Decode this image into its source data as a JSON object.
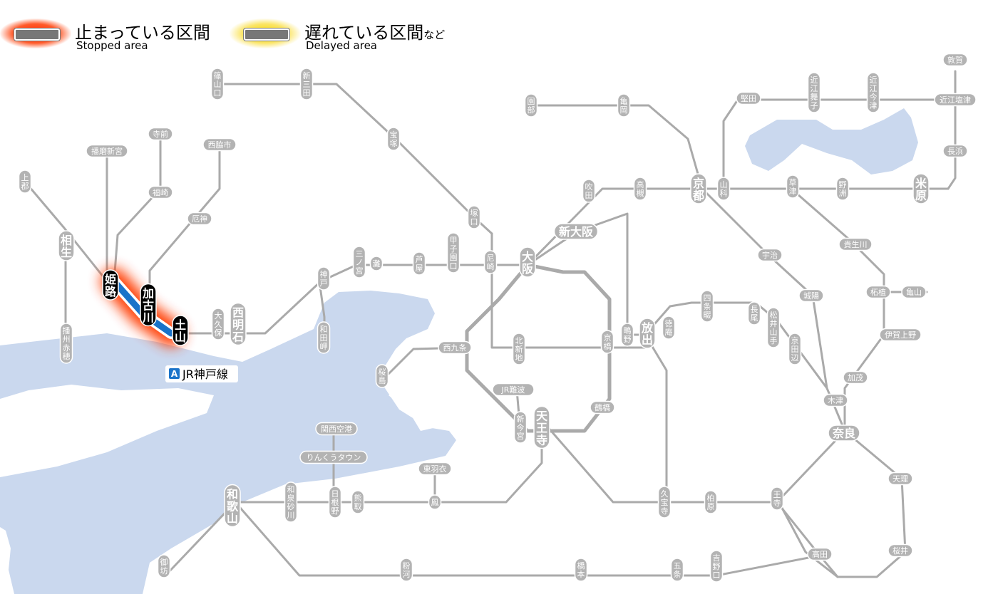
{
  "legend": {
    "stopped": {
      "ja": "止まっている区間",
      "en": "Stopped area",
      "color": "#ff3300"
    },
    "delayed": {
      "ja": "遅れている区間",
      "ja_suffix": "など",
      "en": "Delayed area",
      "color": "#f5d300"
    }
  },
  "line_badge": {
    "letter": "A",
    "name": "JR神戸線",
    "color": "#1a73c9"
  },
  "colors": {
    "water": "#cad8ee",
    "line": "#aaaaaa",
    "station_fill": "#b3b3b3",
    "highlight_station": "#000000",
    "affected_line": "#1a73c9"
  },
  "stations": {
    "sasayamaguchi": "篠山口",
    "shinsanda": "新三田",
    "takarazuka": "宝塚",
    "tsukaguchi": "塚口",
    "amagasaki": "尼崎",
    "osaka": "大阪",
    "shinosaka": "新大阪",
    "suita": "吹田",
    "takatsuki": "高槻",
    "kyoto": "京都",
    "yamashina": "山科",
    "sonobe": "園部",
    "kameoka": "亀岡",
    "katata": "堅田",
    "omimaiko": "近江舞子",
    "omiimazu": "近江今津",
    "tsuruga": "敦賀",
    "omishiotsu": "近江塩津",
    "nagahama": "長浜",
    "maibara": "米原",
    "kusatsu": "草津",
    "yasu": "野洲",
    "kozuki": "上郡",
    "aioi": "相生",
    "banshuako": "播州赤穂",
    "harimashingu": "播磨新宮",
    "teramae": "寺前",
    "fukusaki": "福崎",
    "nishiwakishi": "西脇市",
    "yakujin": "厄神",
    "himeji": "姫路",
    "kakogawa": "加古川",
    "tsuchiyama": "土山",
    "okubo": "大久保",
    "nishiakashi": "西明石",
    "kobe": "神戸",
    "wadamisaki": "和田岬",
    "sannomiya": "三ノ宮",
    "nada": "灘",
    "ashiya": "芦屋",
    "koshienguchi": "甲子園口",
    "nishikujo": "西九条",
    "sakurajima": "桜島",
    "kitashinchi": "北新地",
    "jrnamba": "JR難波",
    "shinimamiya": "新今宮",
    "tennoji": "天王寺",
    "tsuruhashi": "鶴橋",
    "kyobashi": "京橋",
    "shigino": "鴫野",
    "hanaten": "放出",
    "tokuan": "徳庵",
    "shijonawate": "四条畷",
    "nagao": "長尾",
    "matsuiyamate": "松井山手",
    "kyotanabe": "京田辺",
    "kizu": "木津",
    "kamo": "加茂",
    "nara": "奈良",
    "uji": "宇治",
    "joyo": "城陽",
    "kizugawa_area_aobashi": "",
    "iga_ueno": "伊賀上野",
    "tsuge": "柘植",
    "kameyama": "亀山",
    "kibukawa": "貴生川",
    "tenri": "天理",
    "sakurai": "桜井",
    "oji": "王寺",
    "kashiwara": "柏原",
    "kyuhoji": "久宝寺",
    "takada": "高田",
    "yoshinoguchi": "吉野口",
    "gojo": "五条",
    "hashimoto": "橋本",
    "kokawa": "粉河",
    "wakayama": "和歌山",
    "gobo": "御坊",
    "izumisunagawa": "和泉砂川",
    "hineno": "日根野",
    "kumatori": "熊取",
    "otori": "鳳",
    "higashihagoromo": "東羽衣",
    "kansaiairport": "関西空港",
    "rinkutown": "りんくうタウン"
  }
}
